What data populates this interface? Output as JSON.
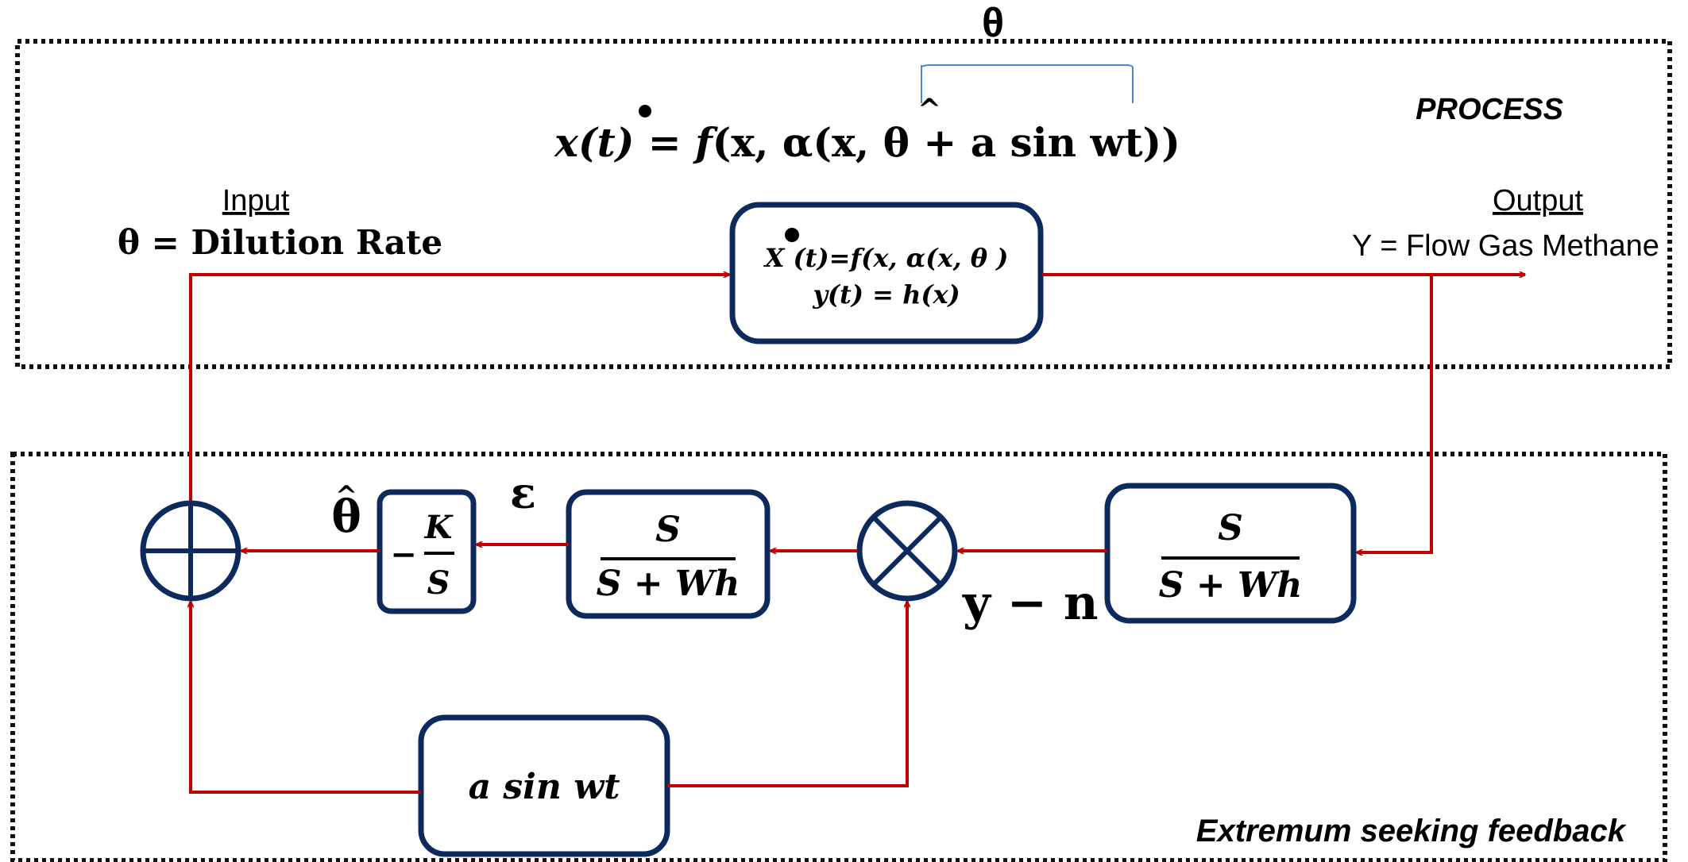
{
  "colors": {
    "frame": "#111111",
    "block_border": "#0d2a5c",
    "wire": "#c00000",
    "brace": "#4a8ac8",
    "text": "#000000"
  },
  "process": {
    "label": "PROCESS",
    "theta_top": "θ",
    "equation": "x(t) = f(x, α(x, θ + a sin wt))",
    "eq_lhs": "x(t) = f",
    "eq_mid": "(x, α(x, ",
    "eq_theta": "θ",
    "eq_rest": " + a sin wt))",
    "input_label": "Input",
    "input_value": "θ = Dilution Rate",
    "output_label": "Output",
    "output_value": "Y = Flow Gas Methane",
    "plant_line1": "X (t)=f(x, α(x, θ )",
    "plant_line2": "y(t) = h(x)"
  },
  "feedback": {
    "label": "Extremum seeking feedback",
    "hpf_num": "S",
    "hpf_den": "S + Wh",
    "lpf_num": "S",
    "lpf_den": "S + Wh",
    "integrator_sign": "−",
    "integrator_num": "K",
    "integrator_den": "S",
    "theta_hat": "θ",
    "epsilon": "ε",
    "y_minus_n": "y − n",
    "dither": "a sin wt"
  }
}
